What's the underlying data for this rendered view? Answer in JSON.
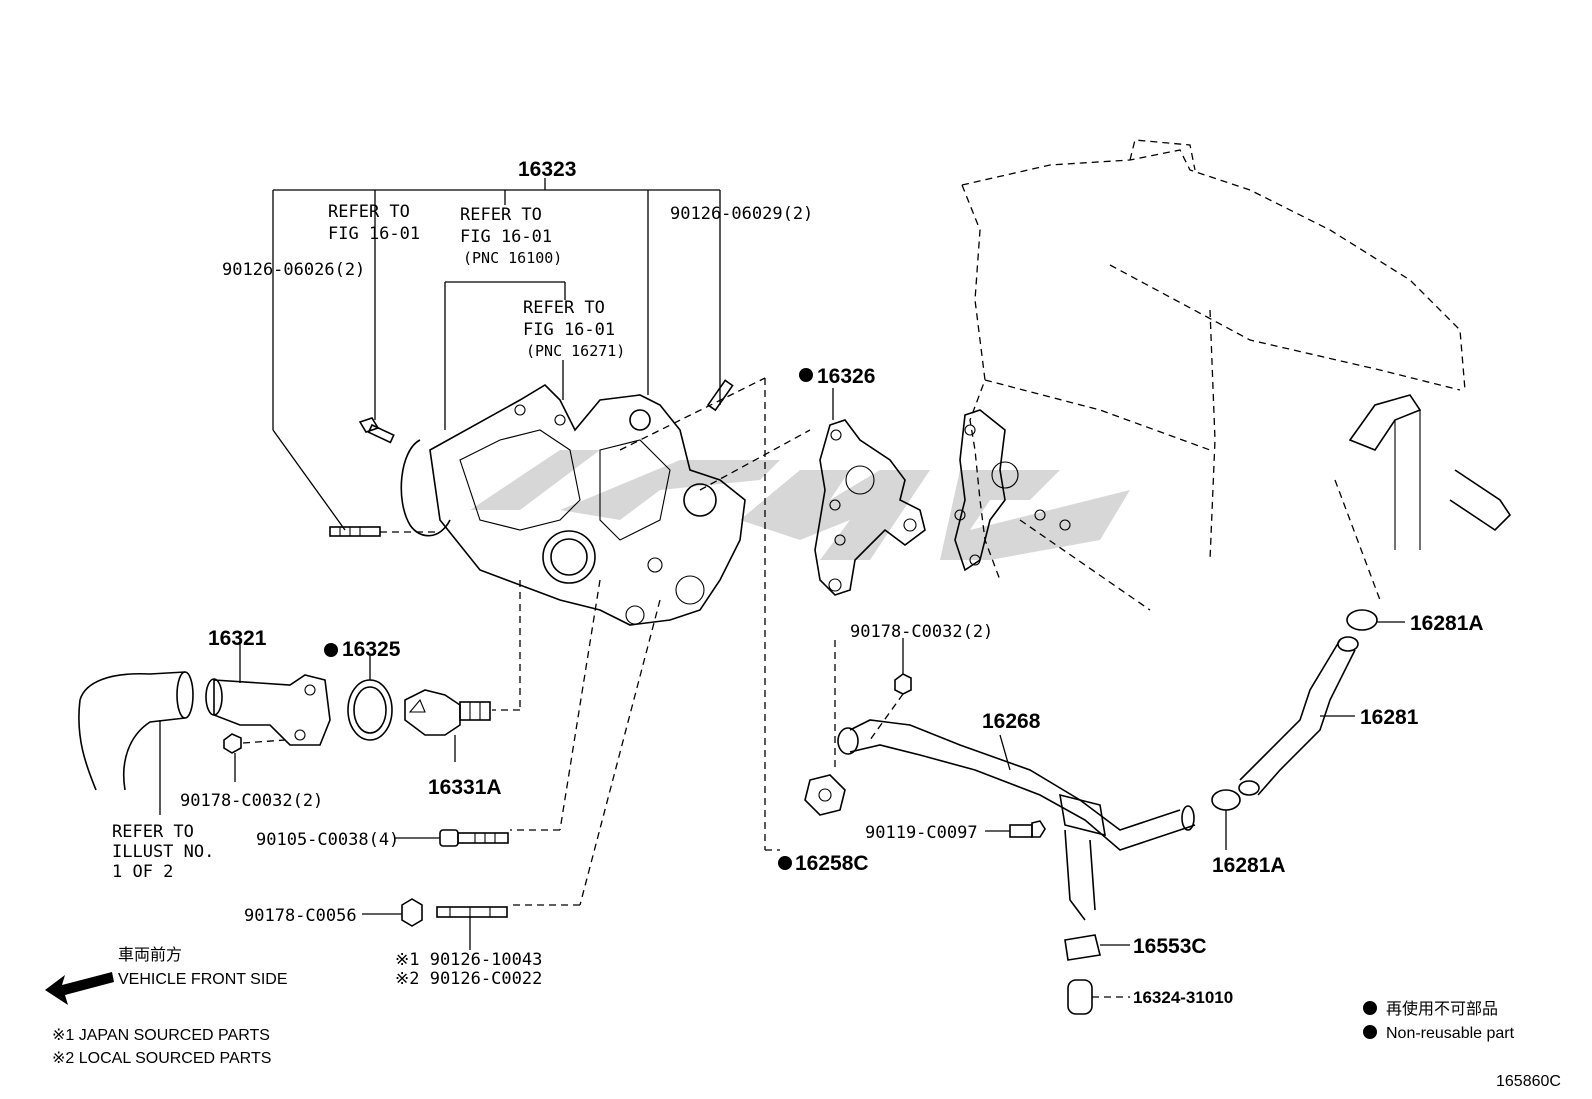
{
  "labels": {
    "p16323": "16323",
    "refer1_l1": "REFER TO",
    "refer1_l2": "FIG 16-01",
    "refer2_l1": "REFER TO",
    "refer2_l2": "FIG 16-01",
    "refer2_l3": "(PNC 16100)",
    "refer3_l1": "REFER TO",
    "refer3_l2": "FIG 16-01",
    "refer3_l3": "(PNC 16271)",
    "p90126_06029": "90126-06029(2)",
    "p90126_06026": "90126-06026(2)",
    "p16326": "16326",
    "p16321": "16321",
    "p16325": "16325",
    "p16331A": "16331A",
    "p90178_C0032_a": "90178-C0032(2)",
    "p90178_C0032_b": "90178-C0032(2)",
    "refer_illust_l1": "REFER TO",
    "refer_illust_l2": "ILLUST NO.",
    "refer_illust_l3": "1 OF 2",
    "p90105_C0038": "90105-C0038(4)",
    "p90178_C0056": "90178-C0056",
    "p90126_10043": "※1 90126-10043",
    "p90126_C0022": "※2 90126-C0022",
    "p16268": "16268",
    "p16258C": "16258C",
    "p90119_C0097": "90119-C0097",
    "p16281A_top": "16281A",
    "p16281": "16281",
    "p16281A_bot": "16281A",
    "p16553C": "16553C",
    "p16324_31010": "16324-31010"
  },
  "notes": {
    "front_jp": "車両前方",
    "front_en": "VEHICLE FRONT SIDE",
    "src1": "※1 JAPAN SOURCED PARTS",
    "src2": "※2 LOCAL SOURCED PARTS"
  },
  "legend": {
    "jp": "再使用不可部品",
    "en": "Non-reusable part"
  },
  "figure_code": "165860C"
}
